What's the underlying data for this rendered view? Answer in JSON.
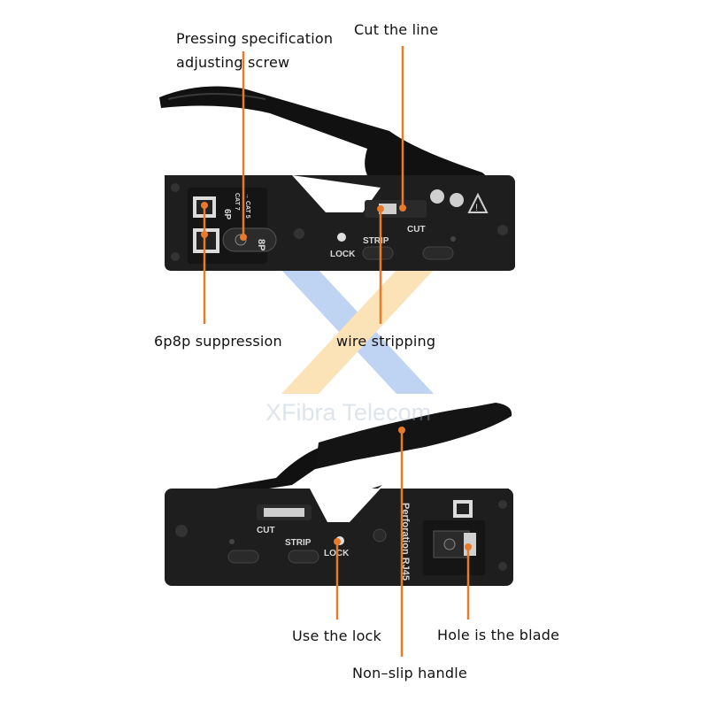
{
  "colors": {
    "callout_line": "#e87a2a",
    "tool_body": "#1e1e1e",
    "handle": "#111111",
    "watermark_blue": "#3c78d8",
    "watermark_orange": "#f5a623"
  },
  "callouts": {
    "adjusting_screw": [
      "Pressing specification",
      "adjusting screw"
    ],
    "cut_the_line": "Cut the line",
    "suppression": "6p8p suppression",
    "wire_stripping": "wire stripping",
    "use_the_lock": "Use the lock",
    "hole_is_blade": "Hole is the blade",
    "non_slip_handle": "Non–slip handle"
  },
  "top_tool": {
    "labels": {
      "six_p": "6P",
      "eight_p": "8P",
      "cat_7": "CAT 7",
      "cat_5": "→ CAT 5",
      "lock": "LOCK",
      "strip": "STRIP",
      "cut": "CUT"
    }
  },
  "bottom_tool": {
    "labels": {
      "cut": "CUT",
      "strip": "STRIP",
      "lock": "LOCK",
      "model": "Perforation RJ45"
    }
  },
  "watermark": {
    "text": "XFibra Telecom"
  }
}
